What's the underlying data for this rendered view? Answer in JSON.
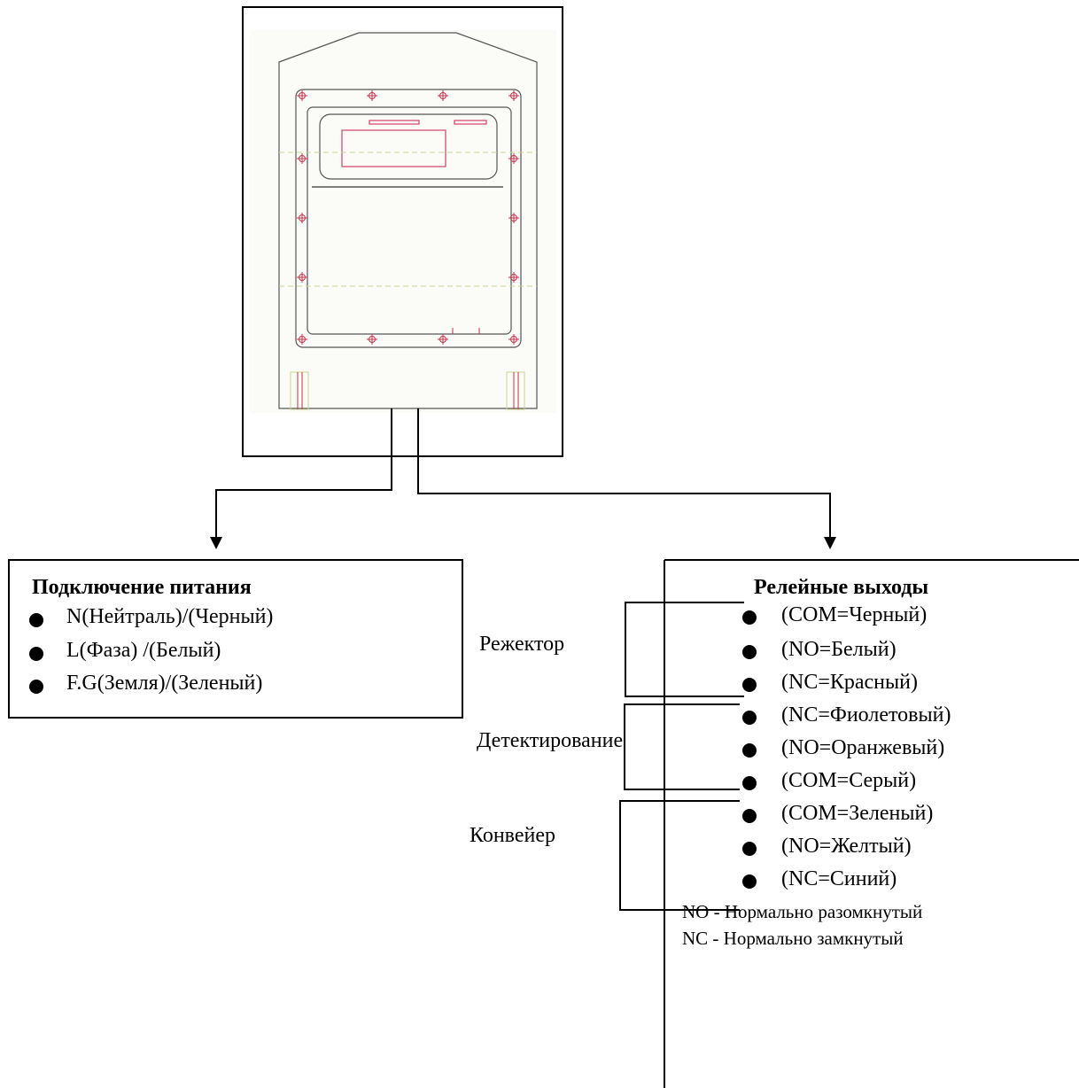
{
  "power_box": {
    "title": "Подключение питания",
    "items": [
      "N(Нейтраль)/(Черный)",
      "L(Фаза) /(Белый)",
      "F.G(Земля)/(Зеленый)"
    ]
  },
  "relay_box": {
    "title": "Релейные выходы",
    "items": [
      "(COM=Черный)",
      "(NO=Белый)",
      "(NC=Красный)",
      "(NC=Фиолетовый)",
      "(NO=Оранжевый)",
      "(COM=Серый)",
      "(COM=Зеленый)",
      "(NO=Желтый)",
      "(NC=Синий)"
    ]
  },
  "groups": {
    "rejector": "Режектор",
    "detection": "Детектирование",
    "conveyor": "Конвейер"
  },
  "notes": {
    "no": "NO - Нормально разомкнутый",
    "nc": "NC - Нормально замкнутый"
  },
  "colors": {
    "line": "#000000",
    "drawing_red": "#c8324b",
    "drawing_pink": "#d0406a",
    "drawing_green": "#c8d690"
  }
}
